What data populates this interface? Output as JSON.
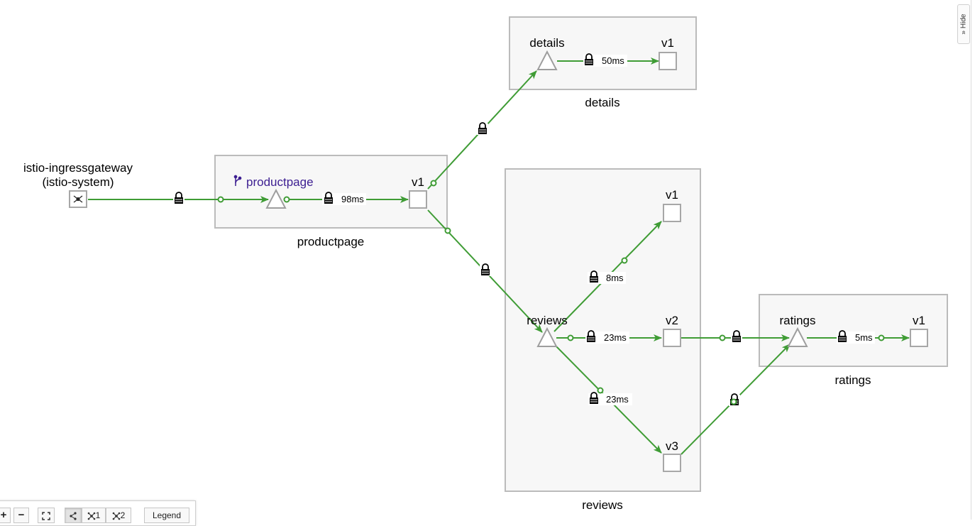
{
  "graph": {
    "ingress": {
      "name": "istio-ingressgateway",
      "namespace": "(istio-system)"
    },
    "boxes": {
      "productpage": {
        "label": "productpage",
        "service": "productpage",
        "version": "v1",
        "latency": "98ms"
      },
      "details": {
        "label": "details",
        "service": "details",
        "version": "v1",
        "latency": "50ms"
      },
      "reviews": {
        "label": "reviews",
        "service": "reviews",
        "versions": [
          "v1",
          "v2",
          "v3"
        ],
        "latency_v1": "8ms",
        "latency_v2": "23ms",
        "latency_v3": "23ms"
      },
      "ratings": {
        "label": "ratings",
        "service": "ratings",
        "version": "v1",
        "latency": "5ms"
      }
    },
    "colors": {
      "edge": "#3f9c35",
      "box_border": "#bbbbbb",
      "box_fill": "#f7f7f7",
      "virtual_service": "#3c1e91"
    }
  },
  "side_panel": {
    "hide_label": "» Hide"
  },
  "toolbar": {
    "zoom_in": "+",
    "zoom_out": "−",
    "layout_1": "1",
    "layout_2": "2",
    "legend": "Legend"
  },
  "icons": [
    "gateway-icon",
    "virtual-service-icon",
    "lock-icon",
    "zoom-in-icon",
    "zoom-out-icon",
    "fit-icon",
    "layout-default-icon",
    "layout-1-icon",
    "layout-2-icon"
  ]
}
